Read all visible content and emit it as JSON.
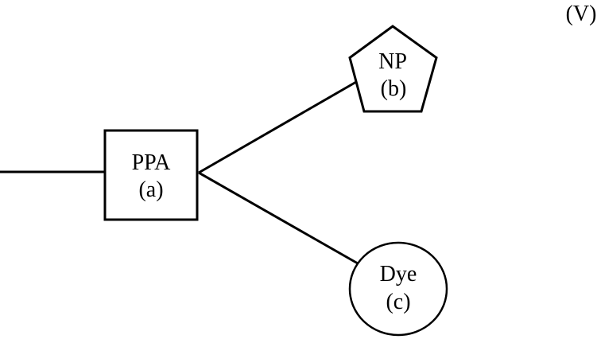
{
  "figure_label": "(V)",
  "diagram": {
    "nodes": [
      {
        "id": "a",
        "shape": "square",
        "label": "PPA",
        "sublabel": "(a)"
      },
      {
        "id": "b",
        "shape": "pentagon",
        "label": "NP",
        "sublabel": "(b)"
      },
      {
        "id": "c",
        "shape": "circle",
        "label": "Dye",
        "sublabel": "(c)"
      }
    ],
    "edges": [
      {
        "from": "left-terminal",
        "to": "a"
      },
      {
        "from": "a",
        "to": "b"
      },
      {
        "from": "a",
        "to": "c"
      }
    ],
    "colors": {
      "stroke": "#000000",
      "background": "#ffffff"
    }
  }
}
